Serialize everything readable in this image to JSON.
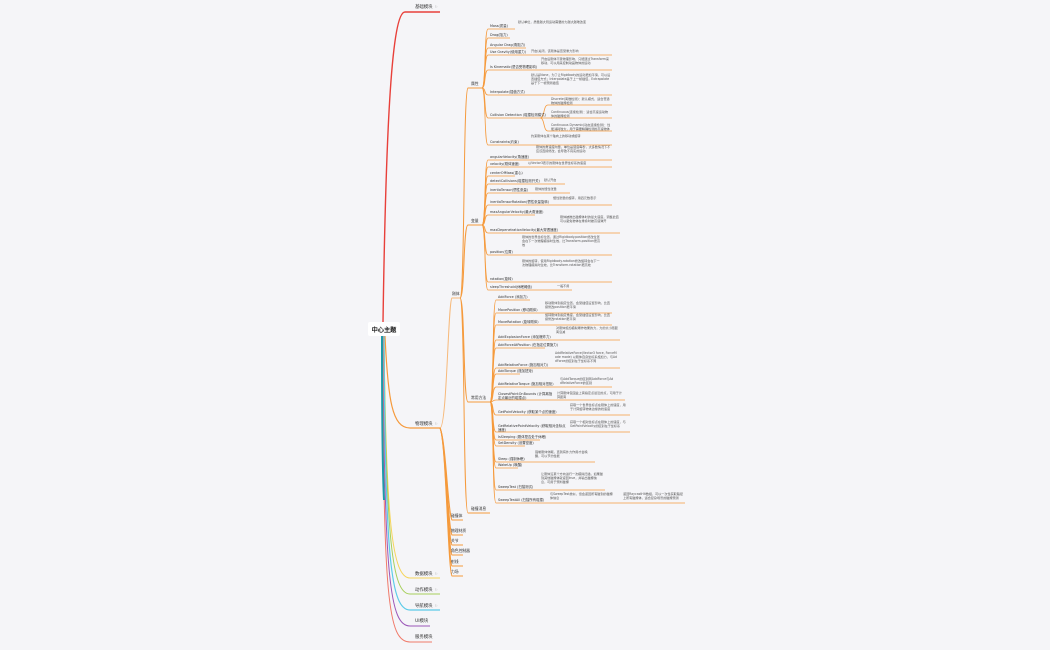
{
  "root": {
    "label": "中心主题"
  },
  "colors": {
    "background": "#f5f5f8",
    "branch_red": "#e8403a",
    "branch_orange": "#f59a3c",
    "branch_yellow": "#f5d55c",
    "branch_green": "#a6cf5b",
    "branch_cyan": "#5ccbe8",
    "branch_purple": "#9b57b8",
    "branch_coral": "#f07a6a",
    "sub_line": "#f7b97a"
  },
  "branches": [
    {
      "label": "基础模块",
      "flag": "⚐"
    },
    {
      "label": "物理模块",
      "flag": "⚐"
    },
    {
      "label": "数据模块",
      "flag": "⚐"
    },
    {
      "label": "动作模块",
      "flag": "⚐"
    },
    {
      "label": "导航模块",
      "flag": "⚐"
    },
    {
      "label": "UI模块"
    },
    {
      "label": "服务模块"
    }
  ],
  "physics": {
    "rigidbody": "刚体",
    "properties": {
      "label": "属性",
      "items": [
        {
          "label": "Mass(质量)",
          "note": "默认单位，质量越大则运动需要的力越大越难改变"
        },
        {
          "label": "Drag(阻力)"
        },
        {
          "label": "Angular Drag(角阻力)"
        },
        {
          "label": "Use Gravity(使用重力)",
          "note": "开启/关闭，该刚体是否受重力影响"
        },
        {
          "label": "Is Kinematic(是否受物理影响)",
          "note": "开启后刚体不受物理影响，只能通过Transform来移动，可以用来控制动画物体的运动"
        },
        {
          "label": "Interpolate(插值方式)",
          "note": "默认是None，为了让Rigidbody的运动更加平滑，可以设置插值方式；Interpolate基于上一帧插值，Extrapolate基于下一帧预测插值"
        },
        {
          "label": "Collision Detection (碰撞检测模式)",
          "children": [
            "Discrete(离散检测)：默认模式，适合普通物体的碰撞检测",
            "Continuous(连续检测)：适合高速运动物体的碰撞检测",
            "Continuous Dynamic(动态连续检测)：性能消耗较大，用于需要精确检测的高速物体"
          ]
        },
        {
          "label": "Constraints(约束)",
          "note": "约束刚体在某个轴向上的移动或旋转"
        }
      ]
    },
    "variables": {
      "label": "变量",
      "items": [
        {
          "label": "angularVelocity(角速度)",
          "note": "刚体的角速度向量，单位是弧度每秒，大多数情况下不应该直接修改，会导致不真实的运动"
        },
        {
          "label": "velocity(刚体速度)",
          "note": "以Vector3表示的刚体在世界坐标系的速度"
        },
        {
          "label": "centerOfMass(重心)"
        },
        {
          "label": "detectCollisions(碰撞检测开关)",
          "note": "默认开启"
        },
        {
          "label": "inertiaTensor(惯性张量)",
          "note": "刚体的惯性张量"
        },
        {
          "label": "inertiaTensorRotation(惯性张量旋转)",
          "note": "惯性张量的旋转，用四元数表示"
        },
        {
          "label": "maxAngularVelocity(最大角速度)"
        },
        {
          "label": "maxDepenetrationVelocity(最大穿透速度)",
          "note": "刚体被推出碰撞体时的最大速度，调整此值可以避免物体在重叠时被高速弹开"
        },
        {
          "label": "position(位置)",
          "note": "刚体的世界坐标位置，通过Rigidbody.position修改位置会在下一次物理模拟时生效，比Transform.position更高效"
        },
        {
          "label": "rotation(旋转)",
          "note": "刚体的旋转，使用Rigidbody.rotation修改旋转会在下一次物理模拟时生效，比Transform.rotation更高效"
        },
        {
          "label": "sleepThreshold(休眠阈值)",
          "note": "一般不用"
        }
      ]
    },
    "methods": {
      "label": "常用方法",
      "items": [
        {
          "label": "AddForce (添加力)"
        },
        {
          "label": "MovePosition (移动刚体)",
          "note": "移动刚体到指定位置，会受插值设置影响，比直接修改position更平滑"
        },
        {
          "label": "MoveRotation (旋转刚体)",
          "note": "旋转刚体到指定角度，会受插值设置影响，比直接修改rotation更平滑"
        },
        {
          "label": "AddExplosionForce (添加爆炸力)",
          "note": "对刚体施加模拟爆炸效果的力，力的大小随距离衰减"
        },
        {
          "label": "AddForceAtPosition (在指定位置施力)"
        },
        {
          "label": "AddRelativeForce (施加相对力)",
          "note": "AddRelativeForce(Vector3 force, ForceMode mode) 以刚体自身坐标系施加力，与AddForce的区别在于坐标系不同"
        },
        {
          "label": "AddTorque (施加扭矩)"
        },
        {
          "label": "AddRelativeTorque (施加相对扭矩)",
          "note": "与AddTorque的区别同AddForce与AddRelativeForce的区别"
        },
        {
          "label": "ClosestPointOnBounds (计算离指定点最近的碰撞点)",
          "note": "计算刚体包围盒上离指定点最近的点，可用于计算距离"
        },
        {
          "label": "GetPointVelocity (获取某个点的速度)",
          "note": "获取一个世界坐标点在刚体上的速度，用于计算旋转物体边缘的线速度"
        },
        {
          "label": "GetRelativePointVelocity (获取相对坐标点速度)",
          "note": "获取一个相对坐标点在刚体上的速度，与GetPointVelocity的区别在于坐标系"
        },
        {
          "label": "IsSleeping (刚体是否处于休眠)"
        },
        {
          "label": "SetDensity (设置密度)"
        },
        {
          "label": "Sleep (强制休眠)",
          "note": "强制刚体休眠，直到有外力作用才会唤醒，可以节约性能"
        },
        {
          "label": "WakeUp (唤醒)"
        },
        {
          "label": "SweepTest (扫描测试)",
          "note": "让刚体沿某个方向进行一次模拟扫描，如果碰到其他碰撞体就返回true，并输出碰撞信息，可用于预判碰撞"
        },
        {
          "label": "SweepTestAll (扫描所有碰撞)",
          "note": "与SweepTest类似，但会返回所有碰到的碰撞体信息",
          "note2": "返回RaycastHit数组，可以一次性获取路径上所有碰撞体，适合复杂场景的碰撞预测"
        }
      ]
    },
    "message": {
      "label": "碰撞消息"
    },
    "others": [
      "碰撞体",
      "物理材质",
      "关节",
      "角色控制器",
      "射线",
      "力场"
    ]
  }
}
